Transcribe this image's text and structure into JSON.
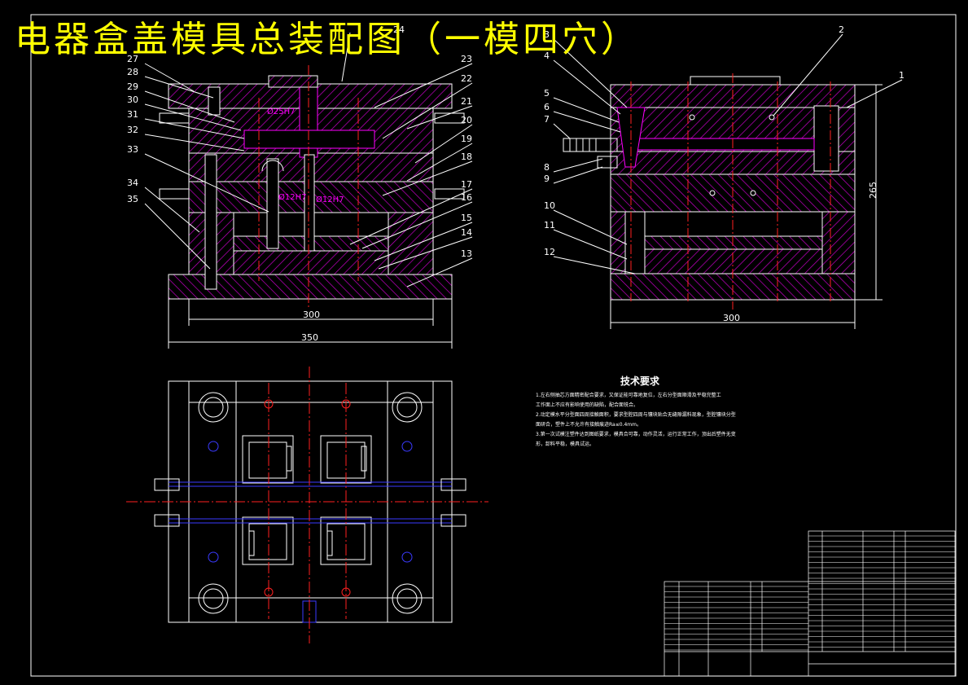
{
  "drawing": {
    "title": "电器盒盖模具总装配图（一模四穴）",
    "front_view": {
      "callouts": [
        "27",
        "28",
        "29",
        "30",
        "31",
        "32",
        "33",
        "34",
        "35",
        "23",
        "22",
        "21",
        "20",
        "19",
        "18",
        "17",
        "16",
        "15",
        "14",
        "13",
        "24"
      ],
      "dims": {
        "width_inner": "300",
        "width_outer": "350"
      },
      "annotations": [
        "Ø25H7",
        "Ø12H7",
        "Ø12H7"
      ]
    },
    "side_view": {
      "callouts": [
        "3",
        "4",
        "5",
        "6",
        "7",
        "8",
        "9",
        "10",
        "11",
        "12",
        "2",
        "1"
      ],
      "dims": {
        "width": "300",
        "height": "265"
      }
    },
    "tech_requirements": {
      "heading": "技术要求",
      "lines": [
        "1.左右侧抽芯方面精密配合要求，又保证能可靠地复位，左右分型面顺滑及平稳完整工",
        "工作面上不应有影响使用的缺陷，配合面铣合。",
        "2.动定模水平分型面四周接触面积，要求型腔四周与镶块贴合无缝隙漏料现象，型腔镶块分型",
        "面研合，塑件上不允许有接触痕迹Ra≤0.4mm。",
        "3.第一次试模注塑件达到图纸要求，模具合可靠，动作灵活，运行正常工作，顶出后塑件无变",
        "形，卸料平稳，模具试运。"
      ]
    },
    "colors": {
      "background": "#000000",
      "title": "#ffff00",
      "hatch": "#c400c4",
      "outline": "#ffffff",
      "centerline": "#ff2020",
      "hole": "#3a3aff",
      "cyan": "#00e0e0"
    }
  }
}
